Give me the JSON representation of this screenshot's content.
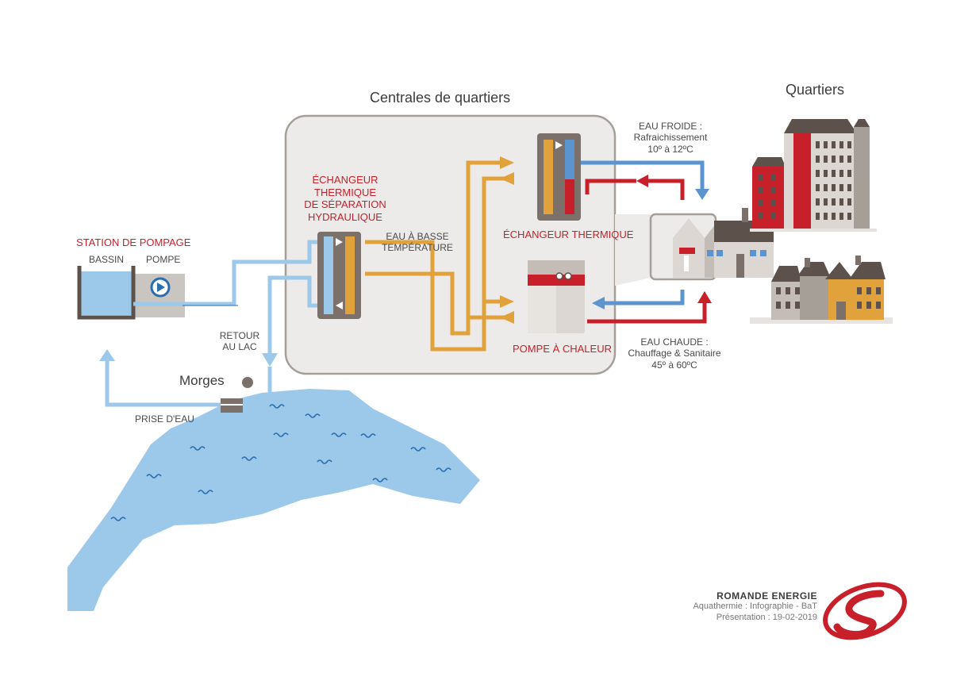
{
  "colors": {
    "lake": "#9cc9ea",
    "cold_pipe": "#5b94cf",
    "hot_pipe": "#c8202b",
    "process_pipe": "#e2a23b",
    "panel": "#ecebea",
    "panel_border": "#a59f98",
    "equipment": "#7b706a",
    "brand_red": "#c8202b"
  },
  "titles": {
    "centrales": "Centrales de quartiers",
    "quartiers": "Quartiers"
  },
  "pumping_station": {
    "title": "STATION DE POMPAGE",
    "basin": "BASSIN",
    "pump": "POMPE"
  },
  "labels": {
    "return_lake": [
      "RETOUR",
      "AU LAC"
    ],
    "morges": "Morges",
    "water_intake": "PRISE D'EAU",
    "exchanger_separation": [
      "ÉCHANGEUR",
      "THERMIQUE",
      "DE SÉPARATION",
      "HYDRAULIQUE"
    ],
    "low_temp_water": [
      "EAU À BASSE",
      "TEMPÉRATURE"
    ],
    "heat_exchanger": "ÉCHANGEUR THERMIQUE",
    "heat_pump": "POMPE À CHALEUR"
  },
  "cold_water": {
    "title": "EAU FROIDE :",
    "use": "Rafraichissement",
    "range": "10º à 12ºC"
  },
  "hot_water": {
    "title": "EAU CHAUDE :",
    "use": "Chauffage & Sanitaire",
    "range": "45º à 60ºC"
  },
  "footer": {
    "company": "ROMANDE ENERGIE",
    "line1": "Aquathermie : Infographie - BaT",
    "line2": "Présentation : 19-02-2019"
  },
  "icons": {
    "pump": "pump-play-icon",
    "logo": "romande-energie-swirl-logo",
    "wave": "wave-icon",
    "city": "city-dot-icon"
  }
}
